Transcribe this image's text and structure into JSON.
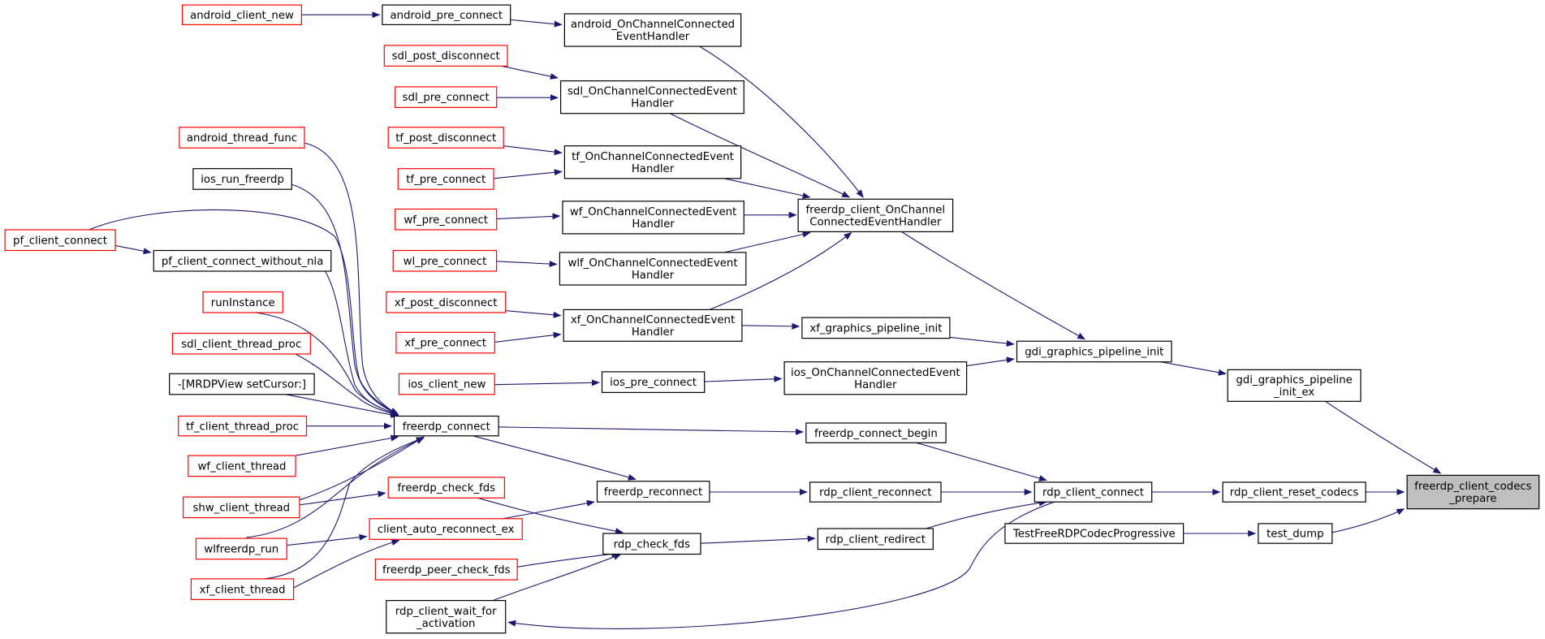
{
  "diagram": {
    "title": "",
    "colors": {
      "edge": "#191970",
      "border_default": "#000000",
      "border_truncated": "#ff0000",
      "root_fill": "#bfbfbf"
    },
    "nodes": [
      {
        "id": "root",
        "lines": [
          "freerdp_client_codecs",
          "_prepare"
        ],
        "style": "root"
      },
      {
        "id": "gdi_init_ex",
        "lines": [
          "gdi_graphics_pipeline",
          "_init_ex"
        ],
        "style": "black"
      },
      {
        "id": "reset_codecs",
        "lines": [
          "rdp_client_reset_codecs"
        ],
        "style": "black"
      },
      {
        "id": "test_dump",
        "lines": [
          "test_dump"
        ],
        "style": "black"
      },
      {
        "id": "gdi_init",
        "lines": [
          "gdi_graphics_pipeline_init"
        ],
        "style": "black"
      },
      {
        "id": "client_connect",
        "lines": [
          "rdp_client_connect"
        ],
        "style": "black"
      },
      {
        "id": "codec_prog",
        "lines": [
          "TestFreeRDPCodecProgressive"
        ],
        "style": "black"
      },
      {
        "id": "fcp_chan",
        "lines": [
          "freerdp_client_OnChannel",
          "ConnectedEventHandler"
        ],
        "style": "black"
      },
      {
        "id": "xf_gpi",
        "lines": [
          "xf_graphics_pipeline_init"
        ],
        "style": "black"
      },
      {
        "id": "ios_chan",
        "lines": [
          "ios_OnChannelConnectedEvent",
          "Handler"
        ],
        "style": "black"
      },
      {
        "id": "connect_begin",
        "lines": [
          "freerdp_connect_begin"
        ],
        "style": "black"
      },
      {
        "id": "client_reconnect",
        "lines": [
          "rdp_client_reconnect"
        ],
        "style": "black"
      },
      {
        "id": "client_redirect",
        "lines": [
          "rdp_client_redirect"
        ],
        "style": "black"
      },
      {
        "id": "android_chan",
        "lines": [
          "android_OnChannelConnected",
          "EventHandler"
        ],
        "style": "black"
      },
      {
        "id": "sdl_chan",
        "lines": [
          "sdl_OnChannelConnectedEvent",
          "Handler"
        ],
        "style": "black"
      },
      {
        "id": "tf_chan",
        "lines": [
          "tf_OnChannelConnectedEvent",
          "Handler"
        ],
        "style": "black"
      },
      {
        "id": "wf_chan",
        "lines": [
          "wf_OnChannelConnectedEvent",
          "Handler"
        ],
        "style": "black"
      },
      {
        "id": "wlf_chan",
        "lines": [
          "wlf_OnChannelConnectedEvent",
          "Handler"
        ],
        "style": "black"
      },
      {
        "id": "xf_chan",
        "lines": [
          "xf_OnChannelConnectedEvent",
          "Handler"
        ],
        "style": "black"
      },
      {
        "id": "ios_pre",
        "lines": [
          "ios_pre_connect"
        ],
        "style": "black"
      },
      {
        "id": "freerdp_reconnect",
        "lines": [
          "freerdp_reconnect"
        ],
        "style": "black"
      },
      {
        "id": "check_fds",
        "lines": [
          "rdp_check_fds"
        ],
        "style": "black"
      },
      {
        "id": "android_pre",
        "lines": [
          "android_pre_connect"
        ],
        "style": "black"
      },
      {
        "id": "android_new",
        "lines": [
          "android_client_new"
        ],
        "style": "red"
      },
      {
        "id": "sdl_post",
        "lines": [
          "sdl_post_disconnect"
        ],
        "style": "red"
      },
      {
        "id": "sdl_pre",
        "lines": [
          "sdl_pre_connect"
        ],
        "style": "red"
      },
      {
        "id": "tf_post",
        "lines": [
          "tf_post_disconnect"
        ],
        "style": "red"
      },
      {
        "id": "tf_pre",
        "lines": [
          "tf_pre_connect"
        ],
        "style": "red"
      },
      {
        "id": "wf_pre",
        "lines": [
          "wf_pre_connect"
        ],
        "style": "red"
      },
      {
        "id": "wl_pre",
        "lines": [
          "wl_pre_connect"
        ],
        "style": "red"
      },
      {
        "id": "xf_post",
        "lines": [
          "xf_post_disconnect"
        ],
        "style": "red"
      },
      {
        "id": "xf_pre",
        "lines": [
          "xf_pre_connect"
        ],
        "style": "red"
      },
      {
        "id": "ios_new",
        "lines": [
          "ios_client_new"
        ],
        "style": "red"
      },
      {
        "id": "freerdp_connect",
        "lines": [
          "freerdp_connect"
        ],
        "style": "black"
      },
      {
        "id": "check_fds_pub",
        "lines": [
          "freerdp_check_fds"
        ],
        "style": "red"
      },
      {
        "id": "auto_reconnect",
        "lines": [
          "client_auto_reconnect_ex"
        ],
        "style": "red"
      },
      {
        "id": "peer_check",
        "lines": [
          "freerdp_peer_check_fds"
        ],
        "style": "red"
      },
      {
        "id": "wait_activation",
        "lines": [
          "rdp_client_wait_for",
          "_activation"
        ],
        "style": "black"
      },
      {
        "id": "android_thread",
        "lines": [
          "android_thread_func"
        ],
        "style": "red"
      },
      {
        "id": "ios_run",
        "lines": [
          "ios_run_freerdp"
        ],
        "style": "black"
      },
      {
        "id": "pf_connect",
        "lines": [
          "pf_client_connect"
        ],
        "style": "red"
      },
      {
        "id": "pf_nla",
        "lines": [
          "pf_client_connect_without_nla"
        ],
        "style": "black"
      },
      {
        "id": "run_instance",
        "lines": [
          "runInstance"
        ],
        "style": "red"
      },
      {
        "id": "sdl_thread",
        "lines": [
          "sdl_client_thread_proc"
        ],
        "style": "red"
      },
      {
        "id": "mrdp",
        "lines": [
          "-[MRDPView setCursor:]"
        ],
        "style": "black"
      },
      {
        "id": "tf_thread",
        "lines": [
          "tf_client_thread_proc"
        ],
        "style": "red"
      },
      {
        "id": "wf_thread",
        "lines": [
          "wf_client_thread"
        ],
        "style": "red"
      },
      {
        "id": "shw_thread",
        "lines": [
          "shw_client_thread"
        ],
        "style": "red"
      },
      {
        "id": "wlfreerdp_run",
        "lines": [
          "wlfreerdp_run"
        ],
        "style": "red"
      },
      {
        "id": "xf_thread",
        "lines": [
          "xf_client_thread"
        ],
        "style": "red"
      }
    ]
  }
}
